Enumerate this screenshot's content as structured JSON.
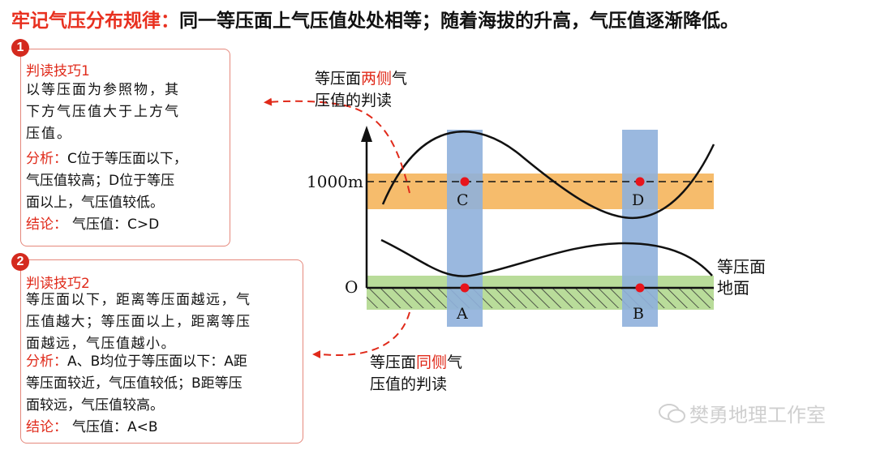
{
  "title": {
    "prefix": "牢记气压分布规律：",
    "body": "同一等压面上气压值处处相等；随着海拔的升高，气压值逐渐降低。"
  },
  "tip1": {
    "badge": "1",
    "heading": "判读技巧1",
    "text": "以等压面为参照物，其下方气压值大于上方气压值。",
    "line1": "以等压面为参照物，其",
    "line2": "下方气压值大于上方气",
    "line3": "压值。",
    "analysis_label": "分析：",
    "analysis_l1": "C位于等压面以下，",
    "analysis_l2": "气压值较高；D位于等压",
    "analysis_l3": "面以上，气压值较低。",
    "conclusion_label": "结论：",
    "conclusion_value": "气压值：C>D"
  },
  "tip2": {
    "badge": "2",
    "heading": "判读技巧2",
    "line1": "等压面以下，距离等压面越远，气",
    "line2": "压值越大；等压面以上，距离等压",
    "line3": "面越远，气压值越小。",
    "analysis_label": "分析：",
    "analysis_l1": "A、B均位于等压面以下：A距",
    "analysis_l2": "等压面较近，气压值较低；B距等压",
    "analysis_l3": "面较远，气压值较高。",
    "conclusion_label": "结论：",
    "conclusion_value": "气压值：A<B"
  },
  "labels": {
    "both_sides_pre": "等压面",
    "both_sides_red": "两侧",
    "both_sides_post": "气",
    "both_sides_line2": "压值的判读",
    "same_side_pre": "等压面",
    "same_side_red": "同侧",
    "same_side_post": "气",
    "same_side_line2": "压值的判读",
    "isobaric_surface": "等压面",
    "ground": "地面",
    "altitude_1000": "1000m",
    "origin": "O",
    "point_a": "A",
    "point_b": "B",
    "point_c": "C",
    "point_d": "D"
  },
  "watermark": "樊勇地理工作室",
  "colors": {
    "accent_red": "#e02a1a",
    "band_orange": "#f5b65f",
    "band_blue": "#8fb0dc",
    "band_green": "#b9dc9a"
  }
}
